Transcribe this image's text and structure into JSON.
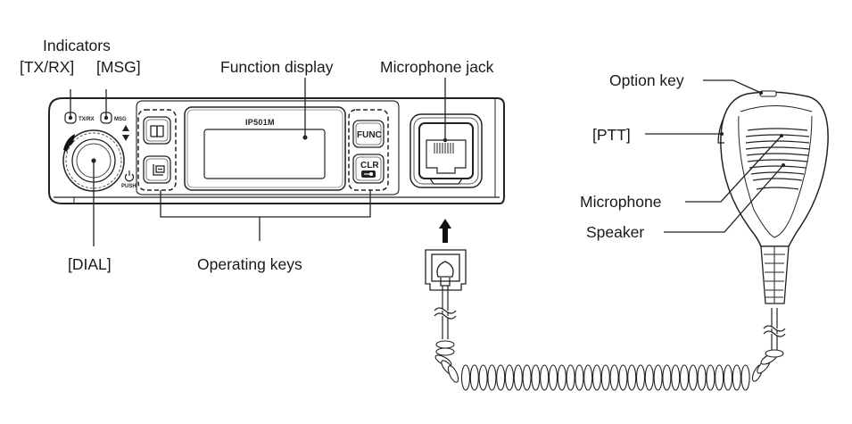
{
  "diagram": {
    "title": "Radio front panel and speaker-microphone",
    "device": {
      "model": "IP501M",
      "indicator_txrx": "TX/RX",
      "indicator_msg": "MSG",
      "dial_push": "PUSH",
      "keys": {
        "func": "FUNC",
        "clr": "CLR"
      }
    },
    "labels": {
      "indicators_title": "Indicators",
      "indicator_txrx": "[TX/RX]",
      "indicator_msg": "[MSG]",
      "function_display": "Function display",
      "microphone_jack": "Microphone jack",
      "dial": "[DIAL]",
      "operating_keys": "Operating keys",
      "option_key": "Option key",
      "ptt": "[PTT]",
      "microphone": "Microphone",
      "speaker": "Speaker"
    }
  }
}
